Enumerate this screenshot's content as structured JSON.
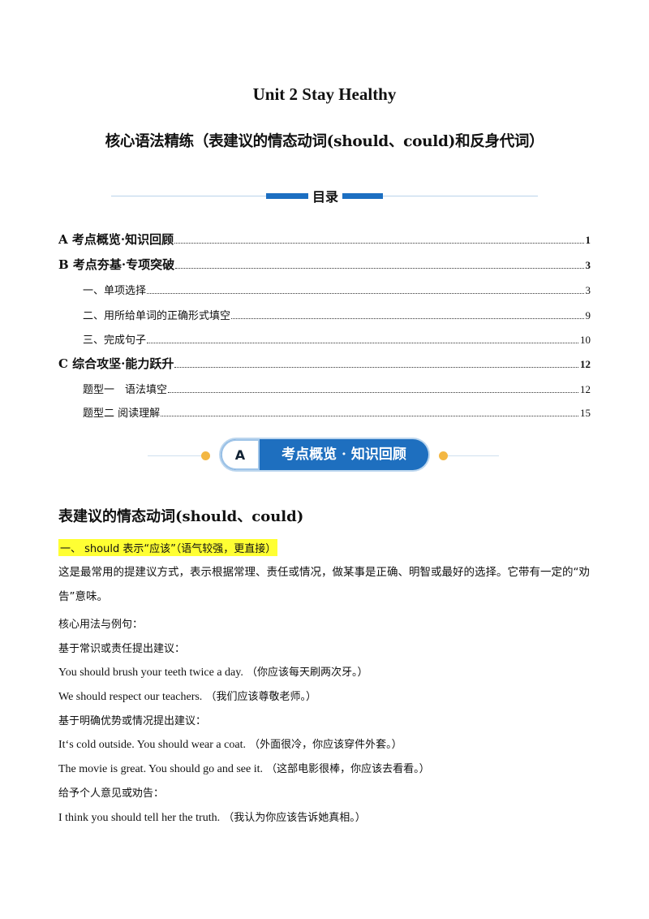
{
  "header": {
    "title": "Unit 2 Stay Healthy",
    "subtitle": "核心语法精练（表建议的情态动词(should、could)和反身代词）"
  },
  "toc": {
    "heading": "目录",
    "items": [
      {
        "label": "A 考点概览·知识回顾",
        "page": "1"
      },
      {
        "label": "B 考点夯基·专项突破",
        "page": "3"
      },
      {
        "label": "一、单项选择",
        "page": "3"
      },
      {
        "label": "二、用所给单词的正确形式填空",
        "page": "9"
      },
      {
        "label": "三、完成句子",
        "page": "10"
      },
      {
        "label": "C 综合攻坚·能力跃升",
        "page": "12"
      },
      {
        "label": "题型一　语法填空",
        "page": "12"
      },
      {
        "label": "题型二  阅读理解",
        "page": "15"
      }
    ]
  },
  "section_banner": {
    "letter": "A",
    "text": "考点概览 · 知识回顾"
  },
  "content": {
    "heading": "表建议的情态动词(should、could)",
    "highlight": "一、 should 表示“应该”（语气较强，更直接）",
    "paragraph": "这是最常用的提建议方式，表示根据常理、责任或情况，做某事是正确、明智或最好的选择。它带有一定的“劝告”意味。",
    "lines": [
      {
        "en": "",
        "zh": "核心用法与例句："
      },
      {
        "en": "",
        "zh": "基于常识或责任提出建议："
      },
      {
        "en": "You should brush your teeth twice a day.",
        "zh": "（你应该每天刷两次牙。）"
      },
      {
        "en": "We should respect our teachers.",
        "zh": "（我们应该尊敬老师。）"
      },
      {
        "en": "",
        "zh": "基于明确优势或情况提出建议："
      },
      {
        "en": "It‘s cold outside. You should wear a coat.",
        "zh": "（外面很冷，你应该穿件外套。）"
      },
      {
        "en": "The movie is great. You should go and see it.",
        "zh": "（这部电影很棒，你应该去看看。）"
      },
      {
        "en": "",
        "zh": "给予个人意见或劝告："
      },
      {
        "en": "I think you should tell her the truth.",
        "zh": "（我认为你应该告诉她真相。）"
      }
    ]
  }
}
